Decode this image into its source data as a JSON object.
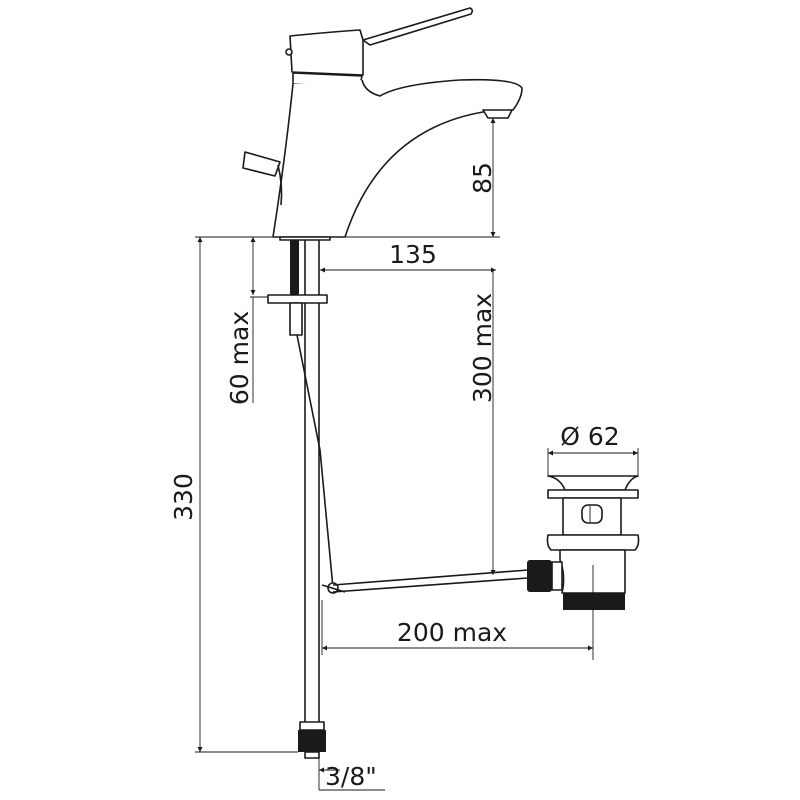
{
  "dimensions": {
    "spout_height": "85",
    "spout_reach": "135",
    "deck_thickness": "60 max",
    "rod_length": "300 max",
    "total_height": "330",
    "drain_diameter": "Ø 62",
    "drain_distance": "200 max",
    "connection": "3/8\""
  },
  "colors": {
    "line": "#1a1a1a",
    "background": "#ffffff"
  }
}
